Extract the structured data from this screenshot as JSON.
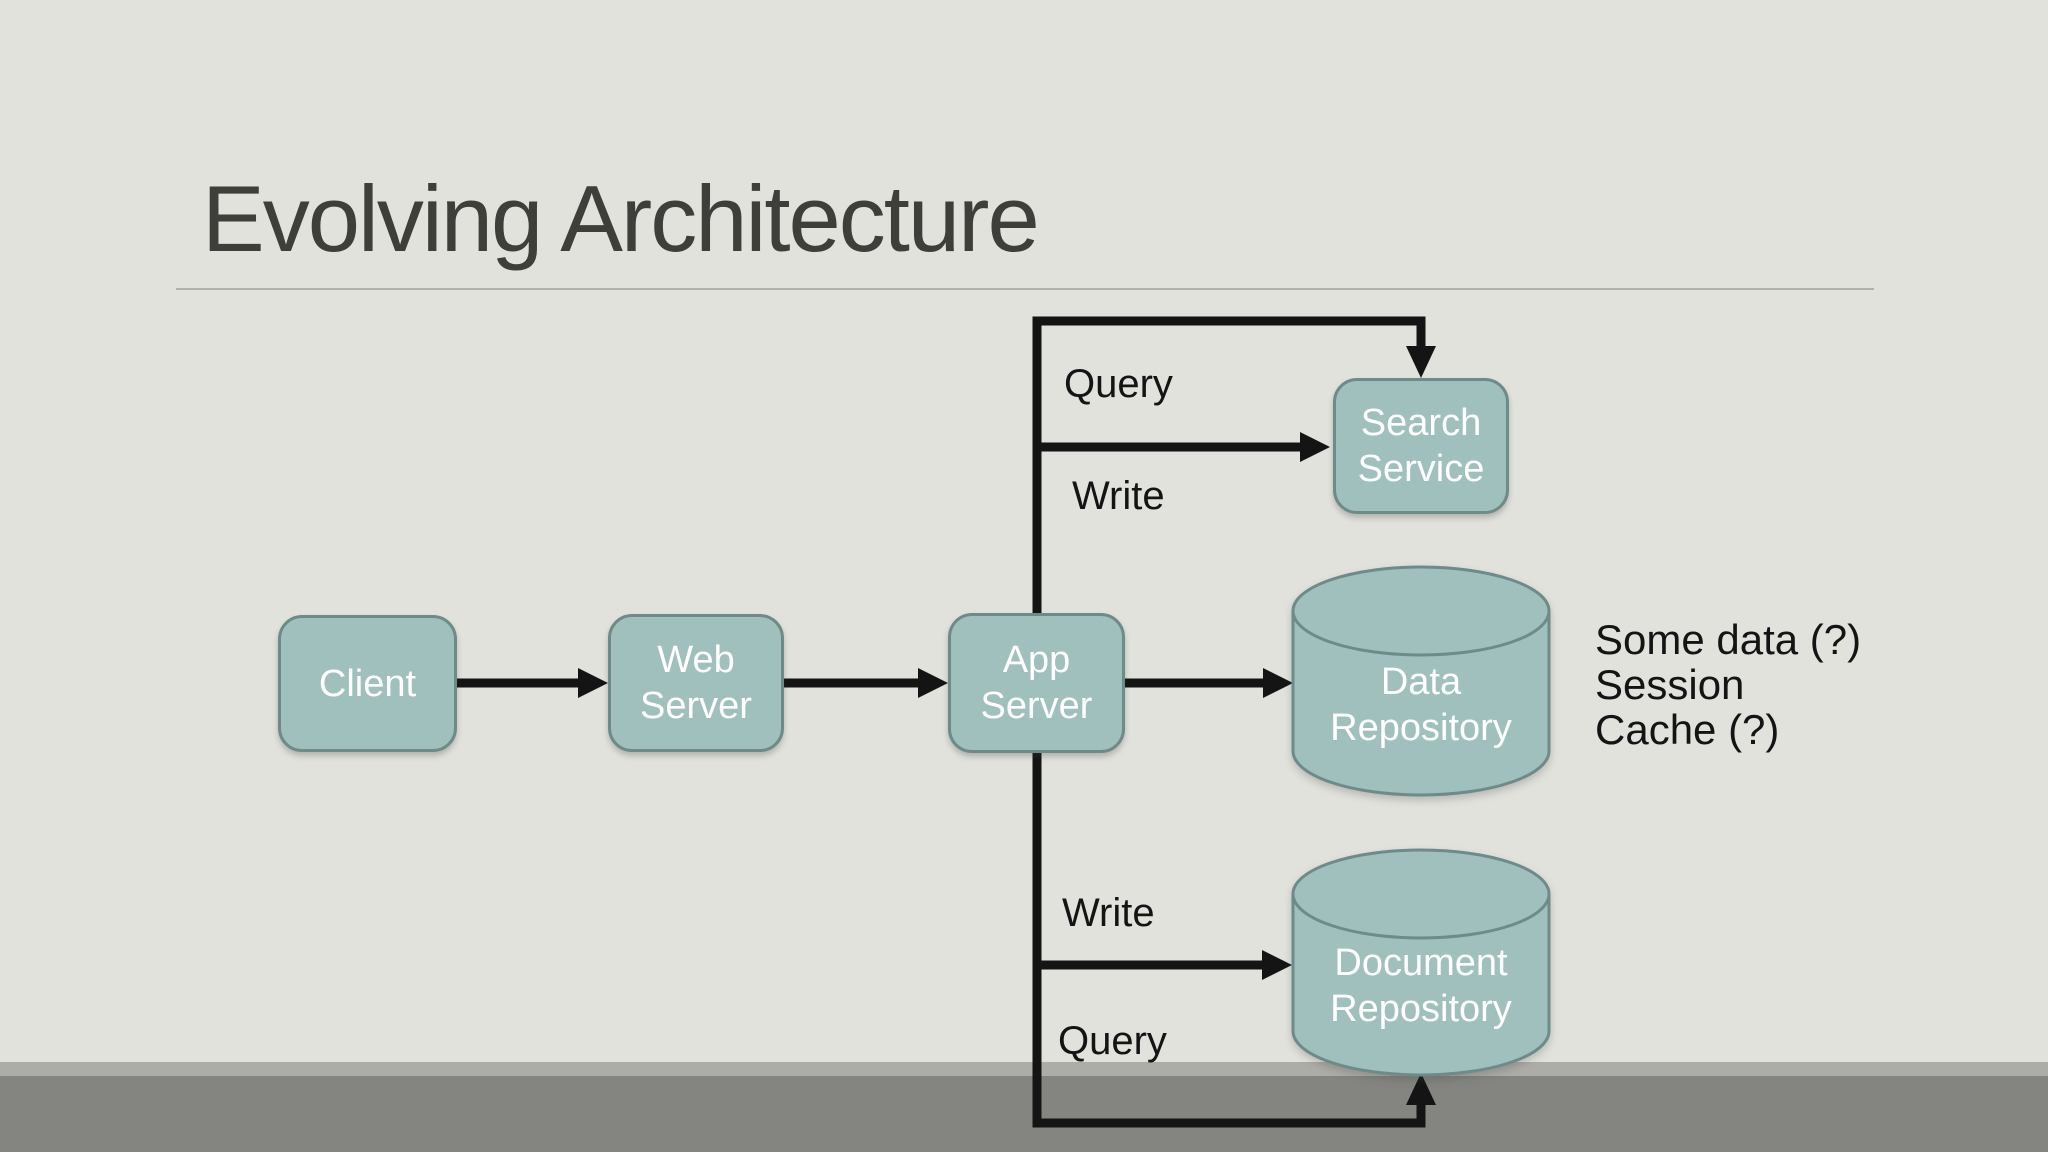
{
  "slide": {
    "title": "Evolving Architecture"
  },
  "colors": {
    "background": "#e2e2dd",
    "accent_fill": "#9fc0bd",
    "accent_border": "#6e8b89",
    "box_text_color": "#ffffff",
    "line_color": "#141414",
    "label_color": "#141414",
    "title_color": "#3e3e3a",
    "rule_color": "#b0b0ac",
    "band_light": "#adada8",
    "band_dark": "#848480"
  },
  "diagram": {
    "nodes": {
      "client": {
        "label": "Client",
        "type": "box"
      },
      "web_server": {
        "label": "Web Server",
        "type": "box"
      },
      "app_server": {
        "label": "App Server",
        "type": "box"
      },
      "search_service": {
        "label": "Search Service",
        "type": "box"
      },
      "data_repository": {
        "label": "Data Repository",
        "type": "cylinder"
      },
      "document_repository": {
        "label": "Document Repository",
        "type": "cylinder"
      }
    },
    "edge_labels": {
      "query_top": "Query",
      "write_top": "Write",
      "write_bottom": "Write",
      "query_bottom": "Query"
    },
    "annotation": {
      "lines": [
        "Some data (?)",
        "Session",
        "Cache (?)"
      ]
    }
  }
}
